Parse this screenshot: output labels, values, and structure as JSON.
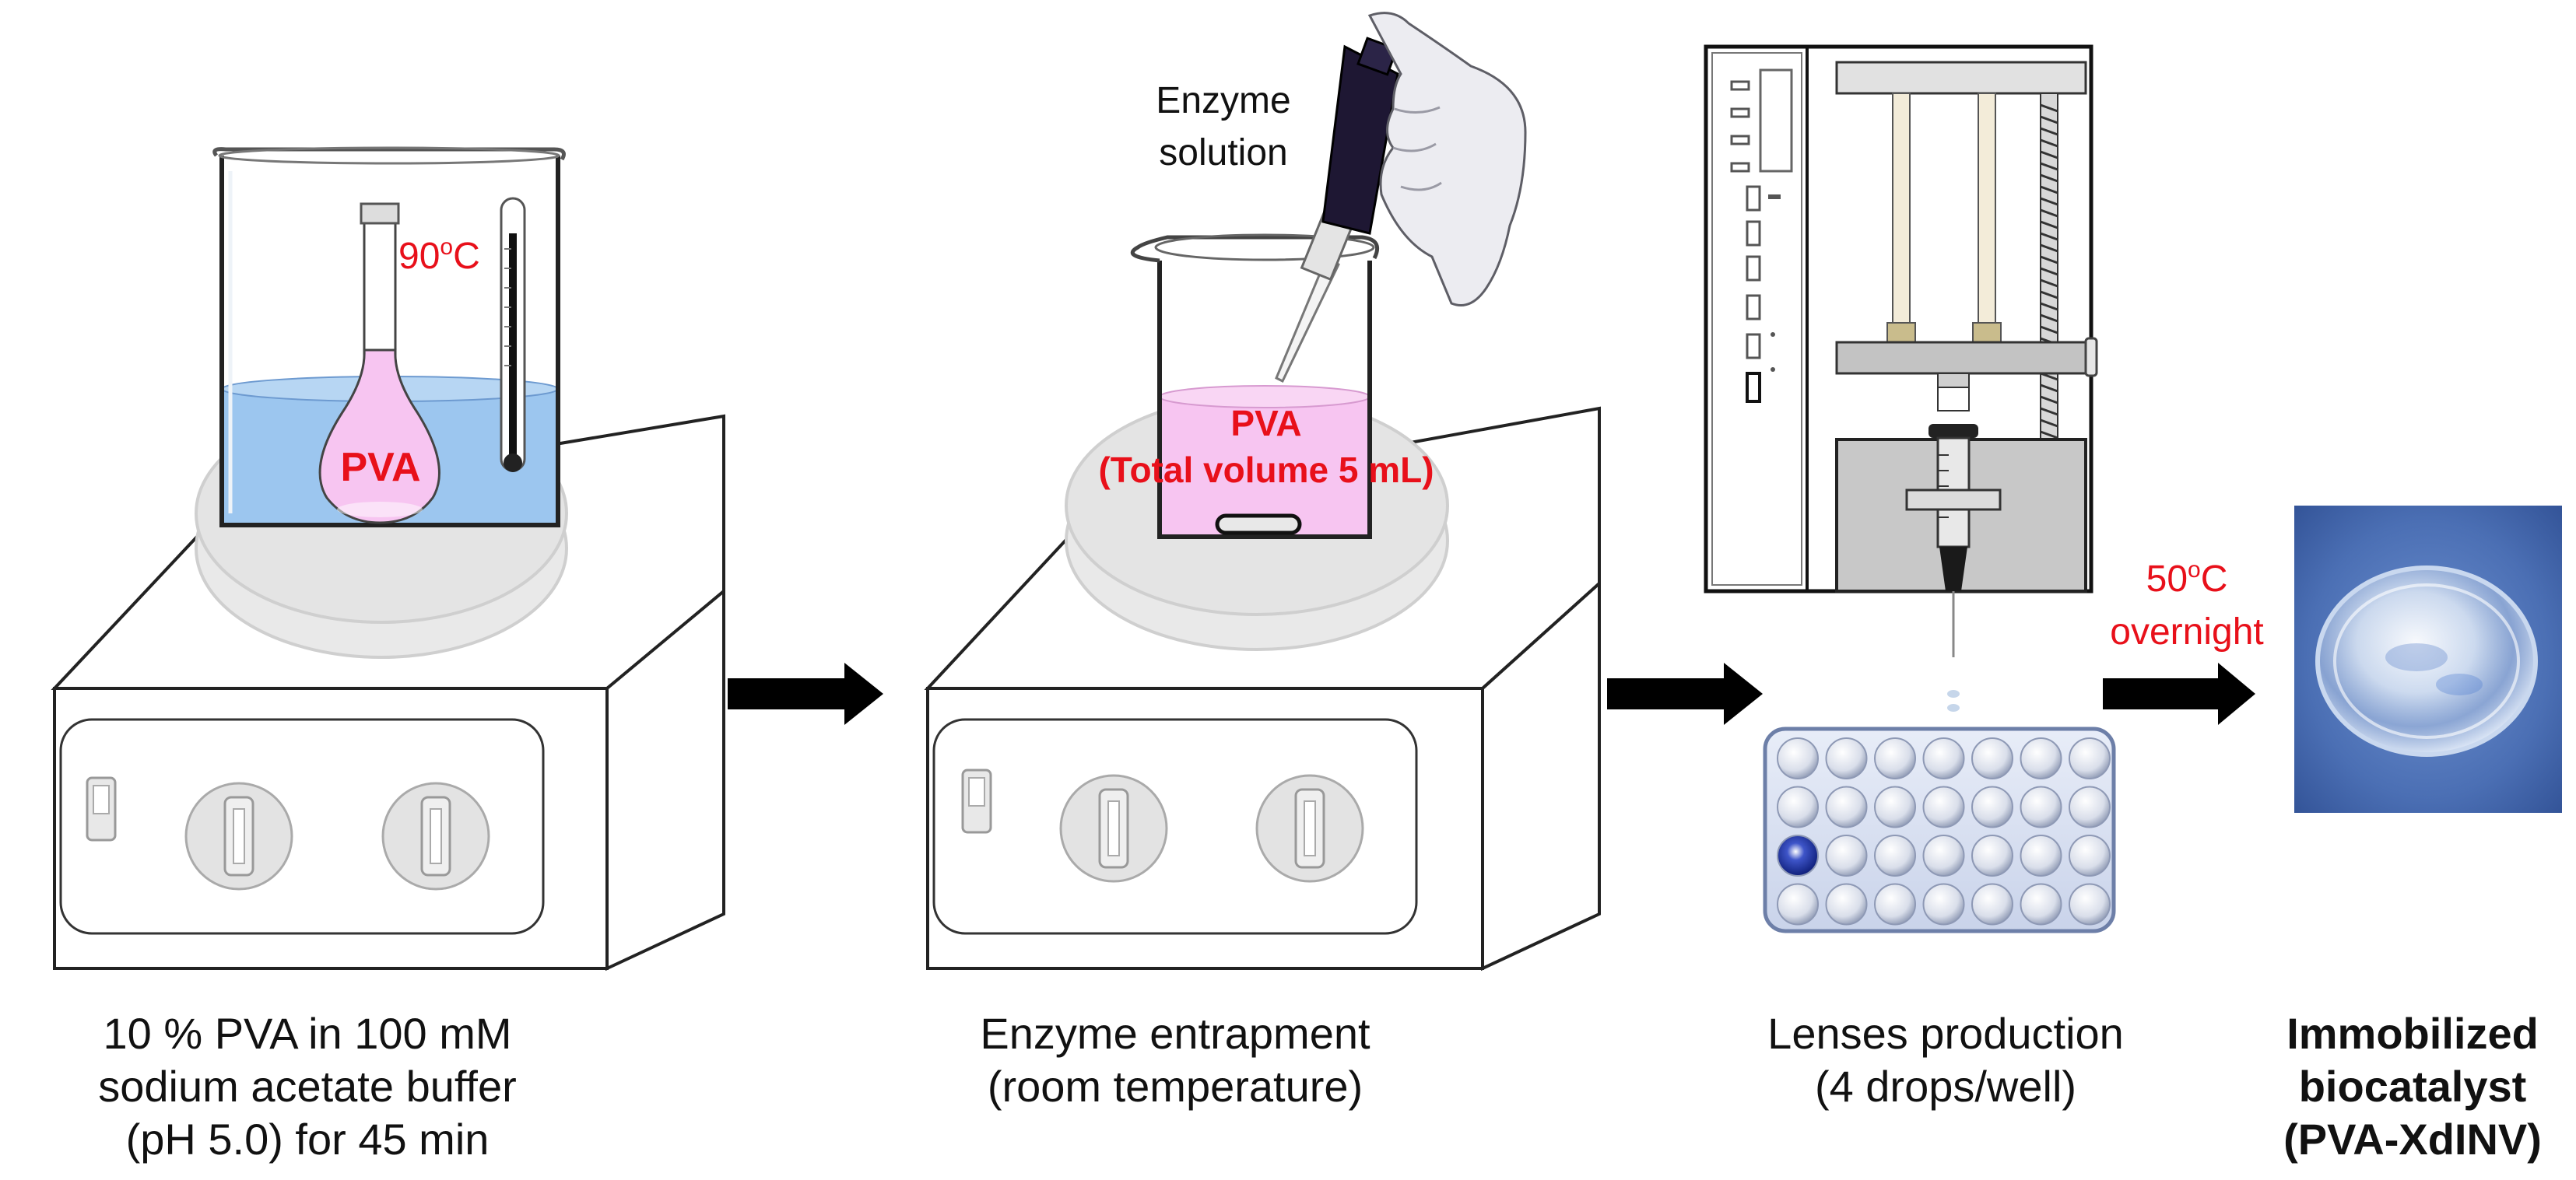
{
  "labels": {
    "pva_flask": "PVA",
    "temp_heat": "90",
    "temp_heat_sup": "o",
    "temp_heat_unit": "C",
    "enzyme_line1": "Enzyme",
    "enzyme_line2": "solution",
    "pva_beaker_line1": "PVA",
    "pva_beaker_line2": "(Total volume 5 mL)",
    "temp_dry": "50",
    "temp_dry_sup": "o",
    "temp_dry_unit": "C",
    "temp_dry_line2": "overnight"
  },
  "captions": {
    "step1": [
      "10 % PVA in 100 mM",
      "sodium acetate buffer",
      "(pH 5.0) for 45 min"
    ],
    "step2": [
      "Enzyme entrapment",
      "(room temperature)"
    ],
    "step3": [
      "Lenses production",
      "(4 drops/well)"
    ],
    "step4": [
      "Immobilized",
      "biocatalyst",
      "(PVA-XdINV)"
    ]
  },
  "colors": {
    "text_red": "#e8101a",
    "water_blue": "#9cc6ef",
    "pva_pink": "#f7c5f1",
    "arrow": "#000000",
    "photo_blue": "#4a70b6"
  }
}
